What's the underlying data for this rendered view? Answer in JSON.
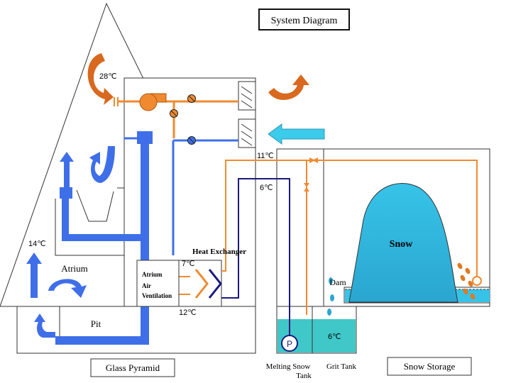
{
  "title": "System Diagram",
  "labels": {
    "glass_pyramid": "Glass Pyramid",
    "snow_storage": "Snow Storage",
    "melting_snow_tank": [
      "Melting Snow",
      "Tank"
    ],
    "grit_tank": "Grit Tank",
    "heat_exchanger": "Heat Exchanger",
    "atrium": "Atrium",
    "pit": "Pit",
    "dam": "Dam",
    "snow": "Snow",
    "pump": "P",
    "ventilation_unit": [
      "Atrium",
      "Air",
      "Ventilation"
    ]
  },
  "temperatures": {
    "room": "28℃",
    "atrium_low": "14℃",
    "supply_11": "11℃",
    "supply_6": "6℃",
    "hx_7": "7℃",
    "hx_12": "12℃",
    "tank": "6℃"
  },
  "colors": {
    "cold_pipe": "#3f6fe8",
    "warm_pipe": "#f08a30",
    "chilled_line": "#1a1a80",
    "snow_fill": "#37c3e8",
    "tank_water": "#40c8c8",
    "arrow_orange": "#d8691e",
    "arrow_cyan": "#3ccbea"
  },
  "icons": [
    "fan-icon",
    "valve-icon",
    "pump-icon",
    "louver-icon",
    "curved-arrow-icon",
    "straight-arrow-icon",
    "water-droplet-icon"
  ]
}
